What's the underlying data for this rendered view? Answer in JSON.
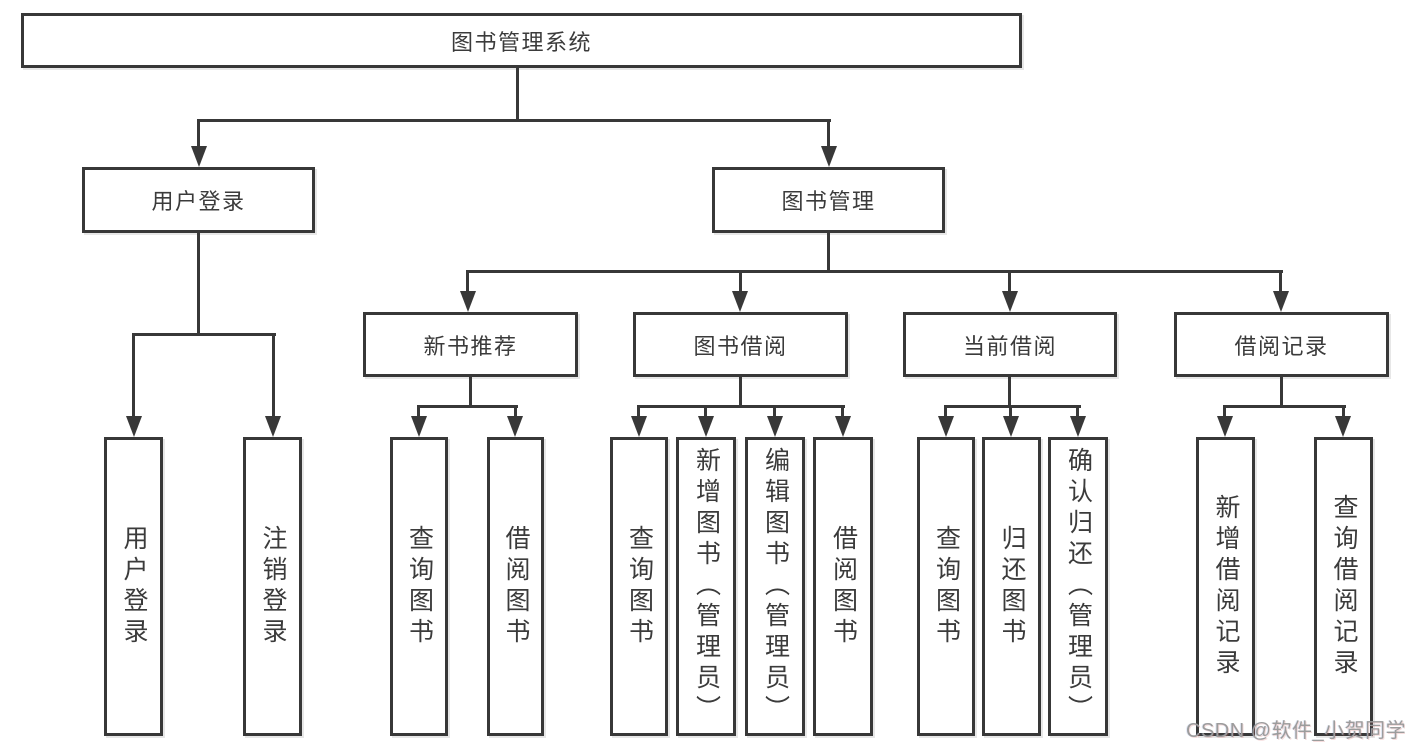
{
  "diagram": {
    "type": "hierarchy",
    "colors": {
      "line": "#383838",
      "box_border": "#383838",
      "text": "#3b3b3b",
      "background": "#ffffff",
      "watermark": "#9c9c9c"
    },
    "tree": {
      "label": "图书管理系统",
      "children": [
        {
          "label": "用户登录",
          "children": [
            {
              "label": "用户登录"
            },
            {
              "label": "注销登录"
            }
          ]
        },
        {
          "label": "图书管理",
          "children": [
            {
              "label": "新书推荐",
              "children": [
                {
                  "label": "查询图书"
                },
                {
                  "label": "借阅图书"
                }
              ]
            },
            {
              "label": "图书借阅",
              "children": [
                {
                  "label": "查询图书"
                },
                {
                  "label": "新增图书（管理员）"
                },
                {
                  "label": "编辑图书（管理员）"
                },
                {
                  "label": "借阅图书"
                }
              ]
            },
            {
              "label": "当前借阅",
              "children": [
                {
                  "label": "查询图书"
                },
                {
                  "label": "归还图书"
                },
                {
                  "label": "确认归还（管理员）"
                }
              ]
            },
            {
              "label": "借阅记录",
              "children": [
                {
                  "label": "新增借阅记录"
                },
                {
                  "label": "查询借阅记录"
                }
              ]
            }
          ]
        }
      ]
    }
  },
  "watermark": {
    "text": "CSDN @软件_小贺同学"
  }
}
